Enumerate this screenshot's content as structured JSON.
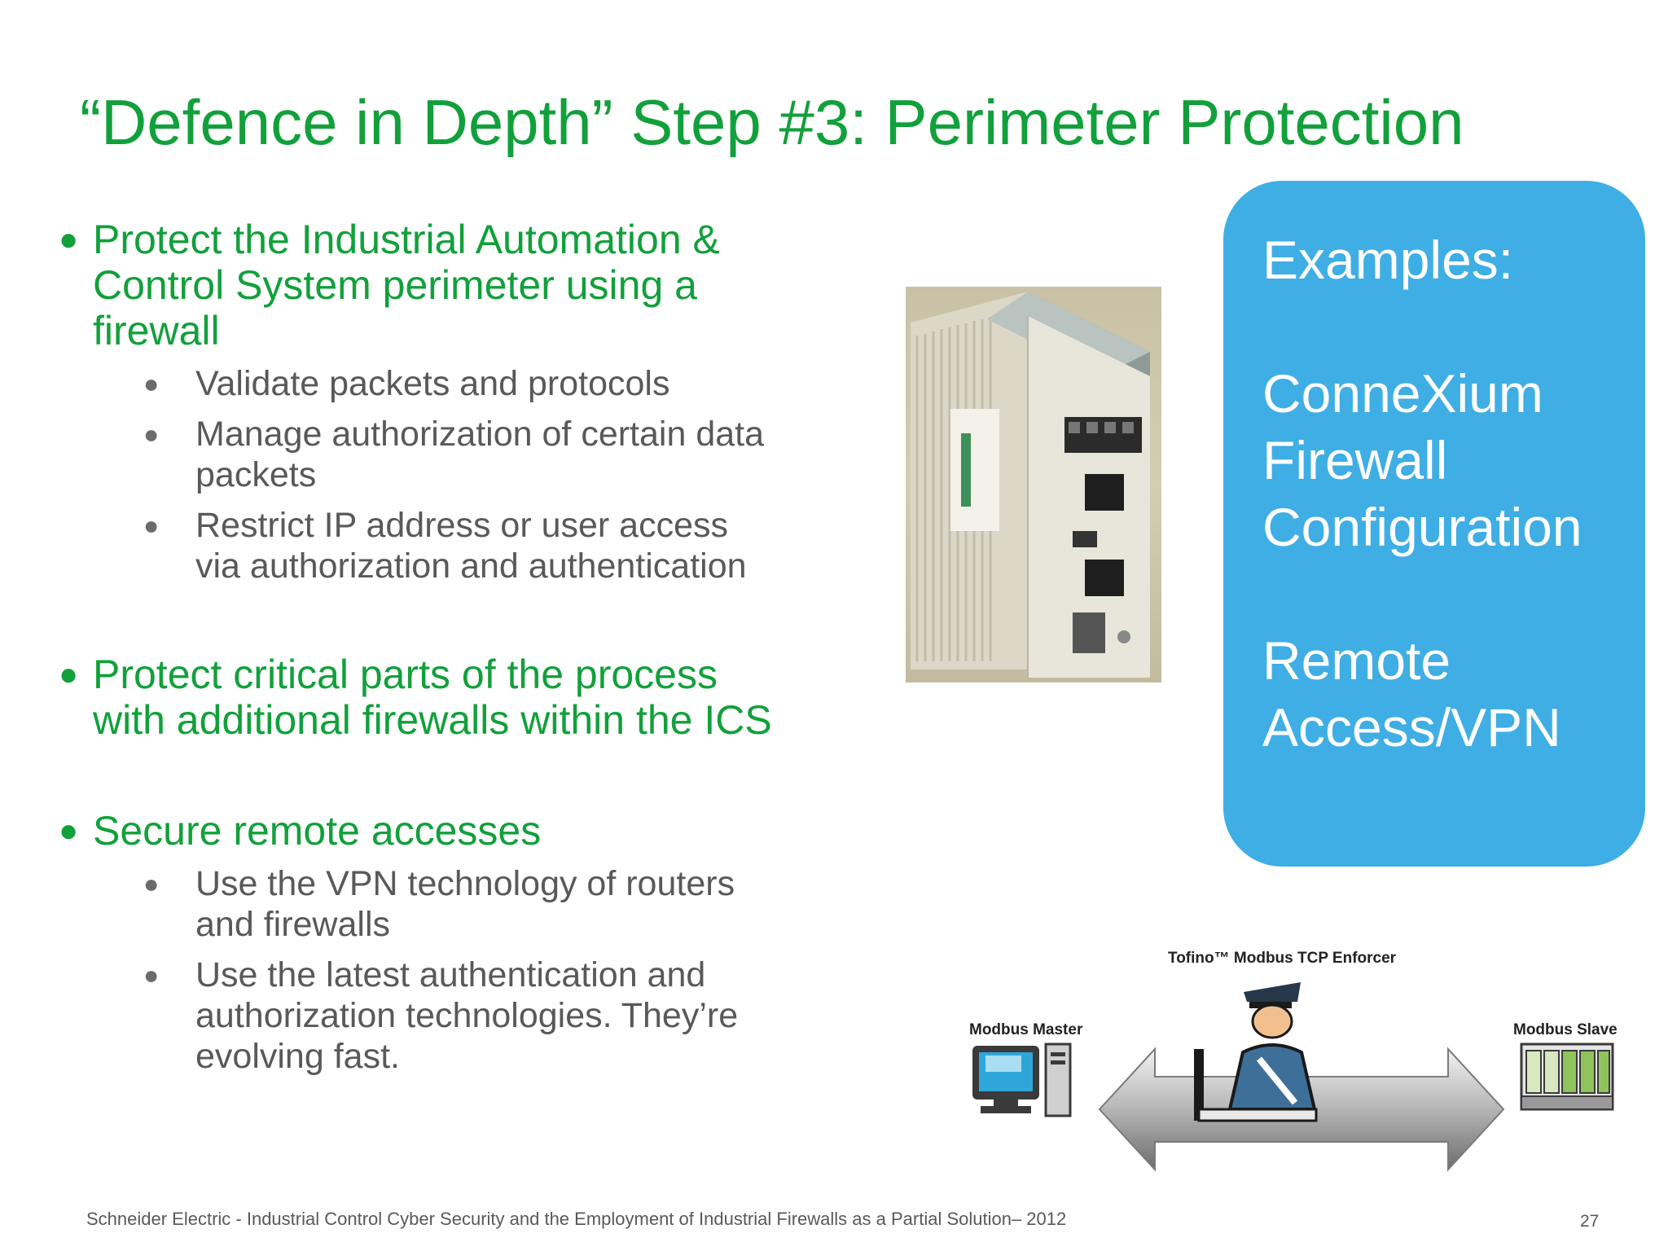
{
  "slide": {
    "title": "“Defence in Depth” Step #3: Perimeter Protection",
    "bullet_char": "●",
    "sections": [
      {
        "lines": [
          "Protect the Industrial Automation &",
          "Control System perimeter using a",
          "firewall"
        ],
        "subitems": [
          {
            "lines": [
              "Validate packets and protocols"
            ]
          },
          {
            "lines": [
              "Manage authorization of certain data",
              "packets"
            ]
          },
          {
            "lines": [
              "Restrict IP address or user access",
              "via authorization and authentication"
            ]
          }
        ]
      },
      {
        "lines": [
          "Protect critical parts of the process",
          "with additional firewalls within the ICS"
        ],
        "subitems": []
      },
      {
        "lines": [
          "Secure remote accesses"
        ],
        "subitems": [
          {
            "lines": [
              "Use the VPN technology of routers",
              "and firewalls"
            ]
          },
          {
            "lines": [
              "Use the latest authentication and",
              "authorization technologies. They’re",
              "evolving fast."
            ]
          }
        ]
      }
    ],
    "examples": {
      "heading": "Examples:",
      "group1": [
        "ConneXium",
        "Firewall",
        "Configuration"
      ],
      "group2": [
        "Remote",
        "Access/VPN"
      ]
    },
    "diagram": {
      "enforcer_label": "Tofino™ Modbus TCP Enforcer",
      "master_label": "Modbus Master",
      "slave_label": "Modbus Slave"
    },
    "footer": "Schneider Electric - Industrial Control Cyber Security and the Employment of Industrial Firewalls as a Partial Solution– 2012",
    "page_number": "27",
    "colors": {
      "title_green": "#12a03b",
      "body_gray": "#595959",
      "examples_blue": "#3faee4"
    },
    "icons": [
      "firewall-device-image",
      "modbus-master-computer-icon",
      "security-guard-icon",
      "modbus-slave-plc-icon",
      "double-arrow-icon"
    ]
  }
}
